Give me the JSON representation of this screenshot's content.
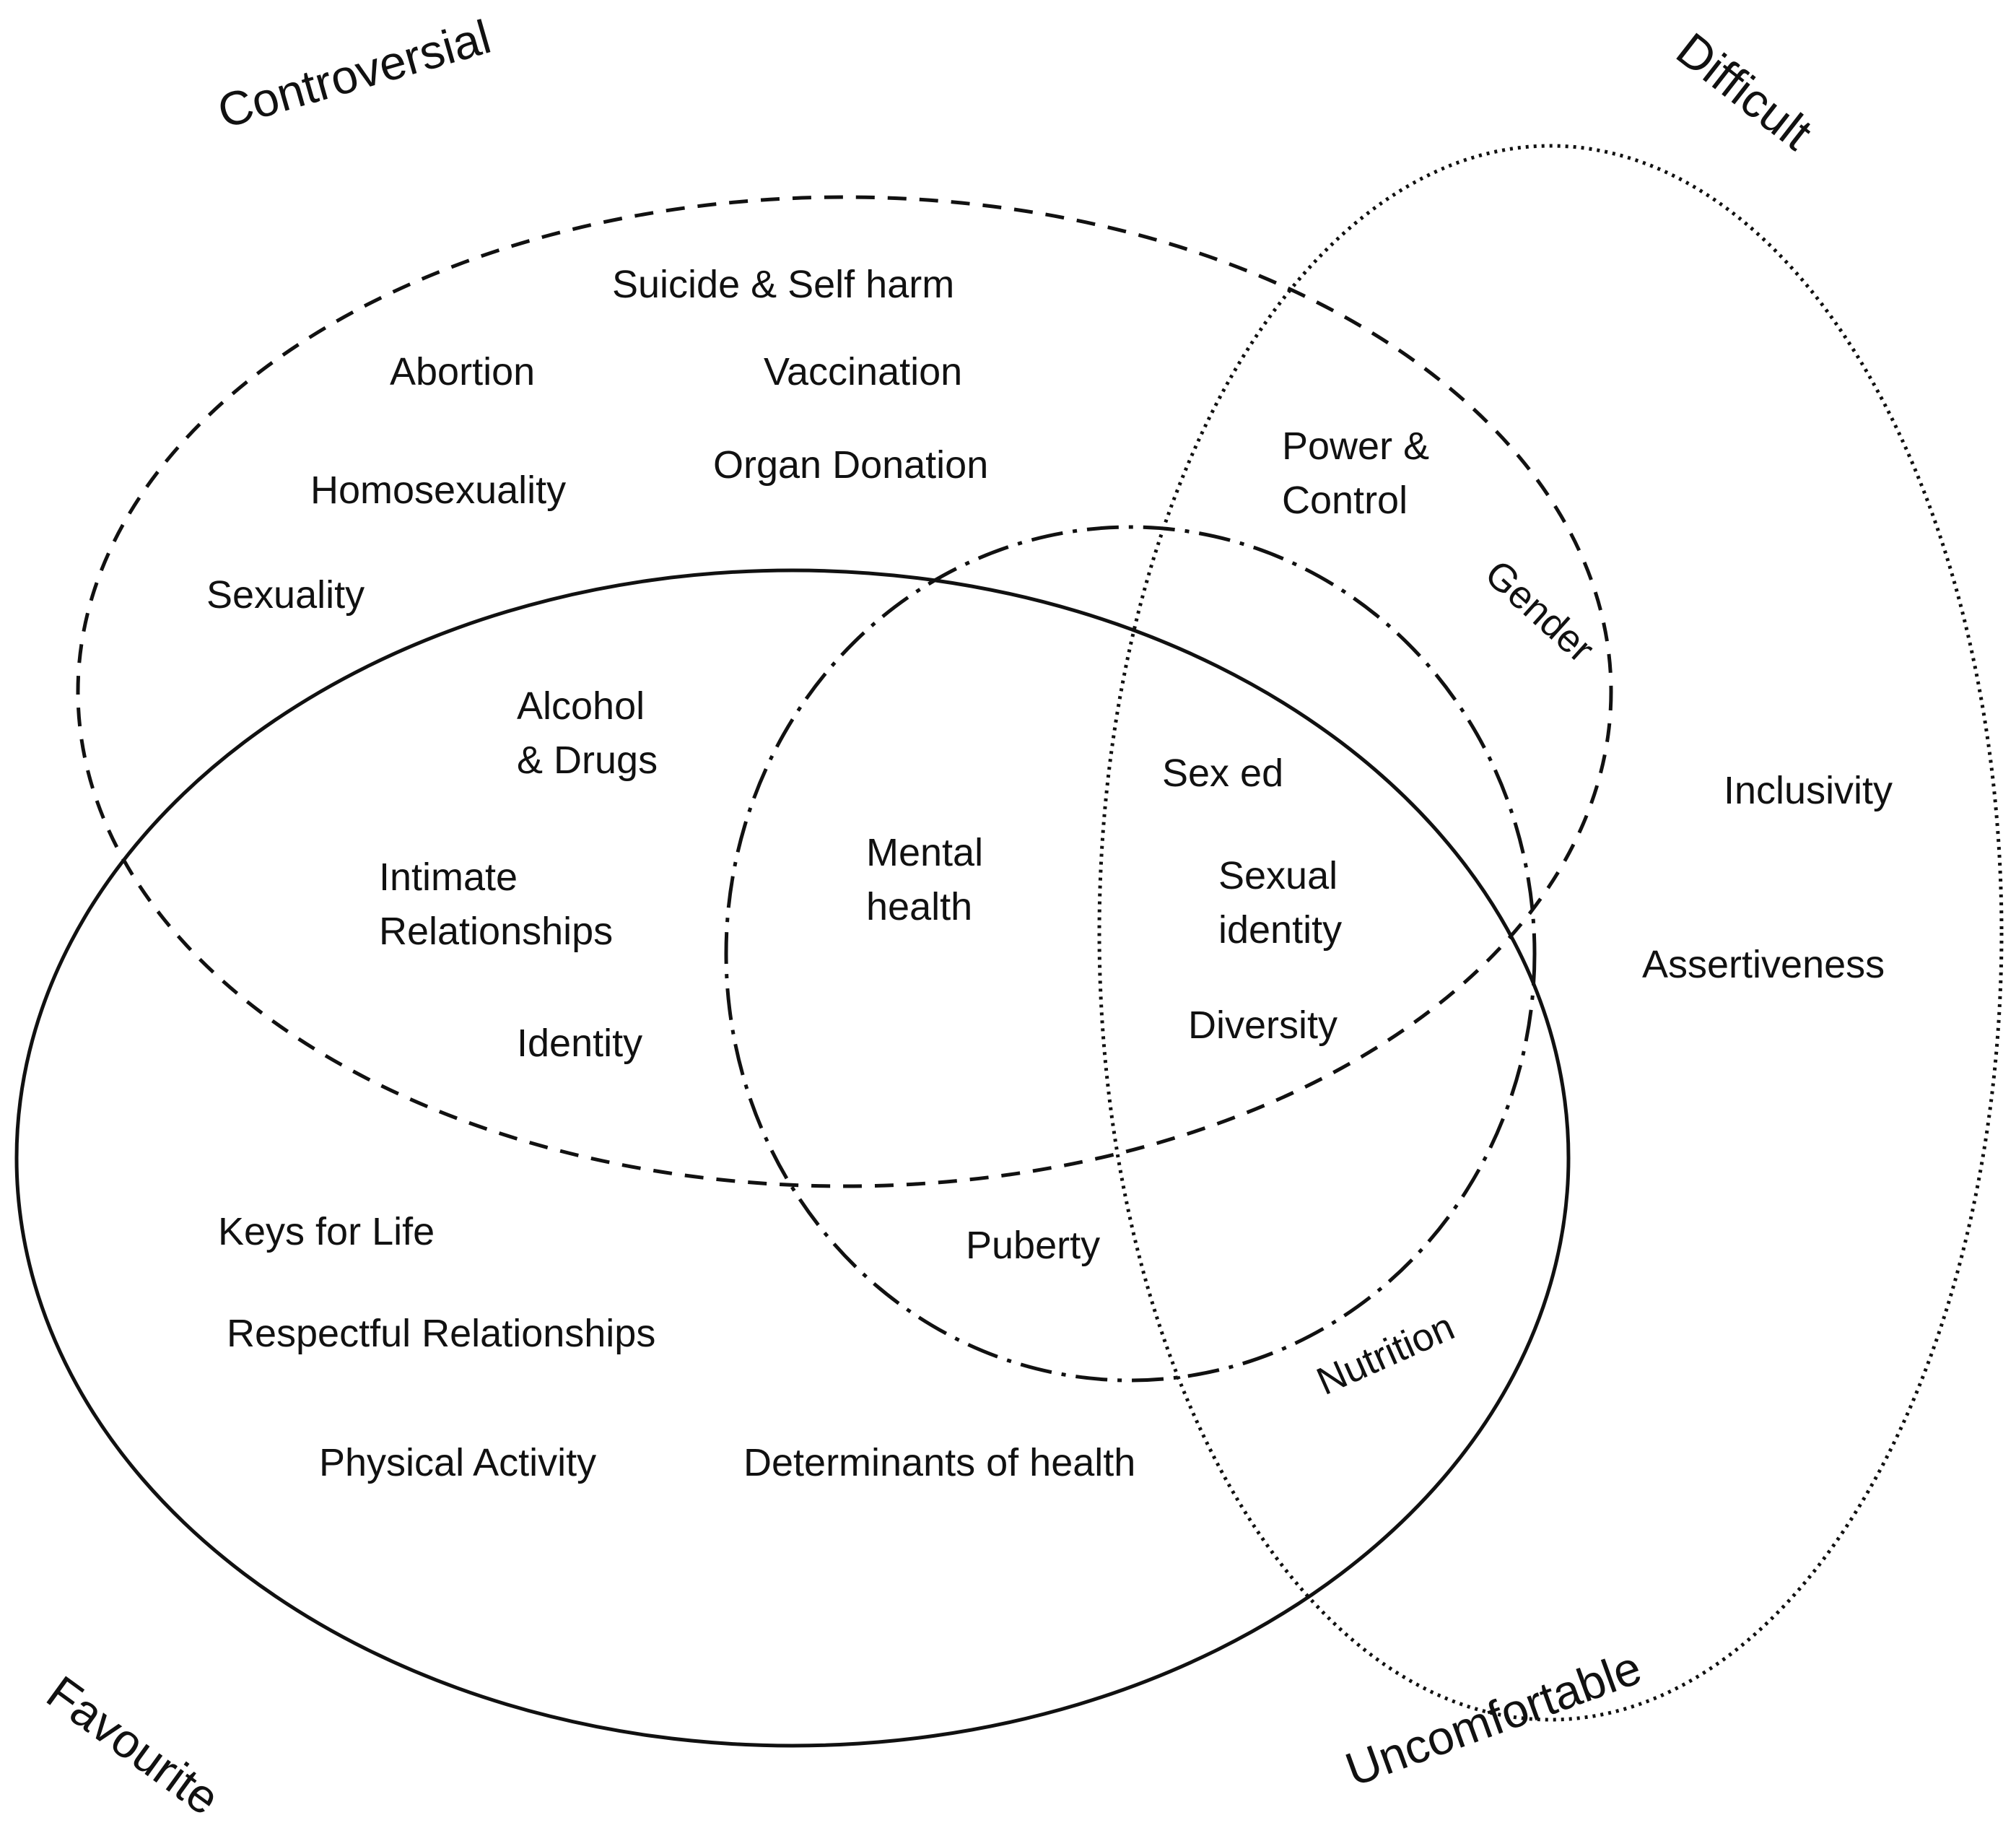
{
  "sets": {
    "controversial": {
      "label": "Controversial",
      "line_style": "dashed"
    },
    "difficult": {
      "label": "Difficult",
      "line_style": "dotted"
    },
    "favourite": {
      "label": "Favourite",
      "line_style": "solid"
    },
    "uncomfortable": {
      "label": "Uncomfortable",
      "line_style": "dash-dot"
    }
  },
  "topics": {
    "suicide": "Suicide & Self harm",
    "abortion": "Abortion",
    "vaccination": "Vaccination",
    "homosexuality": "Homosexuality",
    "organ_donation": "Organ Donation",
    "sexuality": "Sexuality",
    "power_control": [
      "Power &",
      "Control"
    ],
    "gender": "Gender",
    "alcohol_drugs": [
      "Alcohol",
      "& Drugs"
    ],
    "intimate_relationships": [
      "Intimate",
      "Relationships"
    ],
    "identity": "Identity",
    "mental_health": [
      "Mental",
      "health"
    ],
    "sex_ed": "Sex ed",
    "sexual_identity": [
      "Sexual",
      "identity"
    ],
    "diversity": "Diversity",
    "inclusivity": "Inclusivity",
    "assertiveness": "Assertiveness",
    "keys_for_life": "Keys for Life",
    "respectful_relationships": "Respectful Relationships",
    "puberty": "Puberty",
    "nutrition": "Nutrition",
    "physical_activity": "Physical Activity",
    "determinants_of_health": "Determinants of health"
  },
  "colors": {
    "stroke": "#111111",
    "text": "#111111",
    "background": "#ffffff"
  }
}
